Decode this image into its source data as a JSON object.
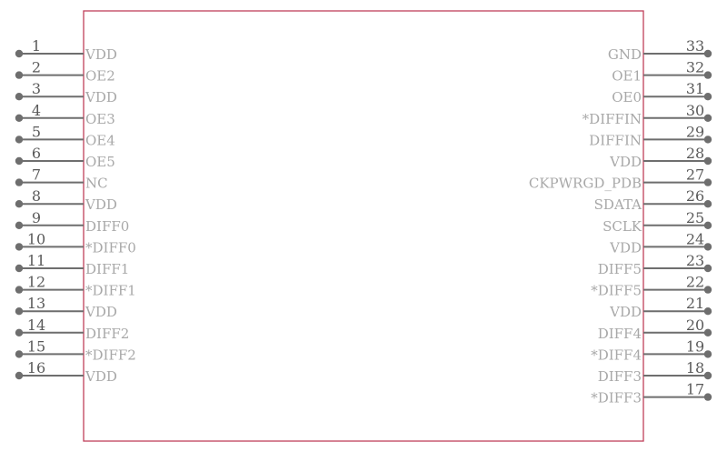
{
  "colors": {
    "body_outline": "#c0405a",
    "pin_line": "#6e6e6e",
    "pin_dot": "#6e6e6e",
    "pin_number": "#5a5a5a",
    "pin_name": "#a8a8a8",
    "background": "#ffffff"
  },
  "component": {
    "left_pins": [
      {
        "number": "1",
        "name": "VDD"
      },
      {
        "number": "2",
        "name": "OE2"
      },
      {
        "number": "3",
        "name": "VDD"
      },
      {
        "number": "4",
        "name": "OE3"
      },
      {
        "number": "5",
        "name": "OE4"
      },
      {
        "number": "6",
        "name": "OE5"
      },
      {
        "number": "7",
        "name": "NC"
      },
      {
        "number": "8",
        "name": "VDD"
      },
      {
        "number": "9",
        "name": "DIFF0"
      },
      {
        "number": "10",
        "name": "*DIFF0"
      },
      {
        "number": "11",
        "name": "DIFF1"
      },
      {
        "number": "12",
        "name": "*DIFF1"
      },
      {
        "number": "13",
        "name": "VDD"
      },
      {
        "number": "14",
        "name": "DIFF2"
      },
      {
        "number": "15",
        "name": "*DIFF2"
      },
      {
        "number": "16",
        "name": "VDD"
      }
    ],
    "right_pins": [
      {
        "number": "33",
        "name": "GND"
      },
      {
        "number": "32",
        "name": "OE1"
      },
      {
        "number": "31",
        "name": "OE0"
      },
      {
        "number": "30",
        "name": "*DIFFIN"
      },
      {
        "number": "29",
        "name": "DIFFIN"
      },
      {
        "number": "28",
        "name": "VDD"
      },
      {
        "number": "27",
        "name": "CKPWRGD_PDB"
      },
      {
        "number": "26",
        "name": "SDATA"
      },
      {
        "number": "25",
        "name": "SCLK"
      },
      {
        "number": "24",
        "name": "VDD"
      },
      {
        "number": "23",
        "name": "DIFF5"
      },
      {
        "number": "22",
        "name": "*DIFF5"
      },
      {
        "number": "21",
        "name": "VDD"
      },
      {
        "number": "20",
        "name": "DIFF4"
      },
      {
        "number": "19",
        "name": "*DIFF4"
      },
      {
        "number": "18",
        "name": "DIFF3"
      },
      {
        "number": "17",
        "name": "*DIFF3"
      }
    ]
  }
}
